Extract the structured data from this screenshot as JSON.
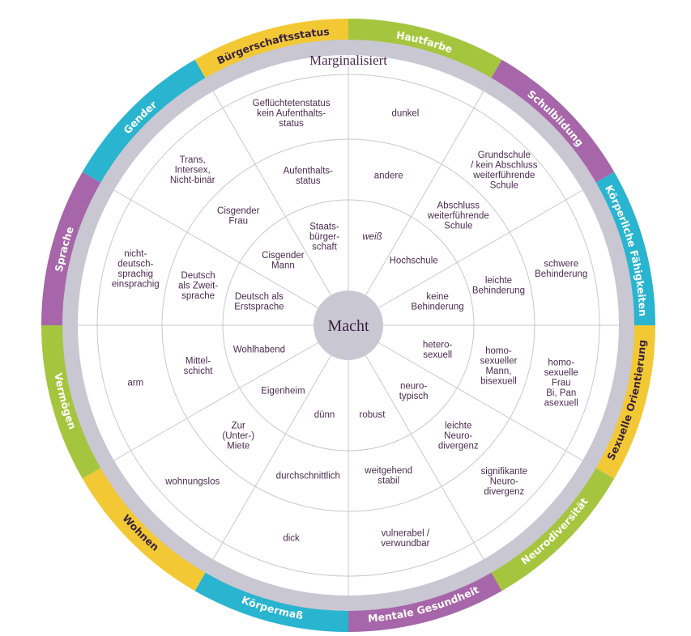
{
  "outer_label": "Marginalisiert",
  "center_label": "Macht",
  "colors": {
    "purple": "#a766a9",
    "teal": "#29b4cf",
    "lime": "#a6c53f",
    "yellow": "#f2c935",
    "gray_ring": "#c9c7d2",
    "center": "#c9c7d2",
    "lines": "#c9c7d2",
    "text": "#4a2a4f"
  },
  "categories": [
    "Hautfarbe",
    "Schulbildung",
    "Körperliche Fähigkeiten",
    "Sexuelle Orientierung",
    "Neurodiversität",
    "Mentale Gesundheit",
    "Körpermaß",
    "Wohnen",
    "Vermögen",
    "Sprache",
    "Gender",
    "Bürgerschaftsstatus"
  ],
  "cells": [
    {
      "id": "r3-hautfarbe",
      "lines": [
        "dunkel"
      ]
    },
    {
      "id": "r2-hautfarbe",
      "lines": [
        "andere"
      ]
    },
    {
      "id": "r1-hautfarbe",
      "lines": [
        "weiß"
      ],
      "italic": true
    },
    {
      "id": "r3-schulbildung",
      "lines": [
        "Grundschule",
        "/ kein Abschluss",
        "weiterführende",
        "Schule"
      ]
    },
    {
      "id": "r2-schulbildung",
      "lines": [
        "Abschluss",
        "weiterführende",
        "Schule"
      ]
    },
    {
      "id": "r1-schulbildung",
      "lines": [
        "Hochschule"
      ]
    },
    {
      "id": "r3-koerper",
      "lines": [
        "schwere",
        "Behinderung"
      ]
    },
    {
      "id": "r2-koerper",
      "lines": [
        "leichte",
        "Behinderung"
      ]
    },
    {
      "id": "r1-koerper",
      "lines": [
        "keine",
        "Behinderung"
      ]
    },
    {
      "id": "r3-sexuell",
      "lines": [
        "homo-",
        "sexuelle",
        "Frau",
        "Bi, Pan",
        "asexuell"
      ]
    },
    {
      "id": "r2-sexuell",
      "lines": [
        "homo-",
        "sexueller",
        "Mann,",
        "bisexuell"
      ]
    },
    {
      "id": "r1-sexuell",
      "lines": [
        "hetero-",
        "sexuell"
      ]
    },
    {
      "id": "r3-neuro",
      "lines": [
        "signifikante",
        "Neuro-",
        "divergenz"
      ]
    },
    {
      "id": "r2-neuro",
      "lines": [
        "leichte",
        "Neuro-",
        "divergenz"
      ]
    },
    {
      "id": "r1-neuro",
      "lines": [
        "neuro-",
        "typisch"
      ]
    },
    {
      "id": "r3-mental",
      "lines": [
        "vulnerabel /",
        "verwundbar"
      ]
    },
    {
      "id": "r2-mental",
      "lines": [
        "weitgehend",
        "stabil"
      ]
    },
    {
      "id": "r1-mental",
      "lines": [
        "robust"
      ]
    },
    {
      "id": "r3-koerpermass",
      "lines": [
        "dick"
      ]
    },
    {
      "id": "r2-koerpermass",
      "lines": [
        "durchschnittlich"
      ]
    },
    {
      "id": "r1-koerpermass",
      "lines": [
        "dünn"
      ]
    },
    {
      "id": "r3-wohnen",
      "lines": [
        "wohnungslos"
      ]
    },
    {
      "id": "r2-wohnen",
      "lines": [
        "Zur",
        "(Unter-)",
        "Miete"
      ]
    },
    {
      "id": "r1-wohnen",
      "lines": [
        "Eigenheim"
      ]
    },
    {
      "id": "r3-vermoegen",
      "lines": [
        "arm"
      ]
    },
    {
      "id": "r2-vermoegen",
      "lines": [
        "Mittel-",
        "schicht"
      ]
    },
    {
      "id": "r1-vermoegen",
      "lines": [
        "Wohlhabend"
      ]
    },
    {
      "id": "r3-sprache",
      "lines": [
        "nicht-",
        "deutsch-",
        "sprachig",
        "einsprachig"
      ]
    },
    {
      "id": "r2-sprache",
      "lines": [
        "Deutsch",
        "als Zweit-",
        "sprache"
      ]
    },
    {
      "id": "r1-sprache",
      "lines": [
        "Deutsch als",
        "Erstsprache"
      ]
    },
    {
      "id": "r3-gender",
      "lines": [
        "Trans,",
        "Intersex,",
        "Nicht-binär"
      ]
    },
    {
      "id": "r2-gender",
      "lines": [
        "Cisgender",
        "Frau"
      ]
    },
    {
      "id": "r1-gender",
      "lines": [
        "Cisgender",
        "Mann"
      ]
    },
    {
      "id": "r3-buerger",
      "lines": [
        "Geflüchtetenstatus",
        "kein Aufenthalts-",
        "status"
      ]
    },
    {
      "id": "r2-buerger",
      "lines": [
        "Aufenthalts-",
        "status"
      ]
    },
    {
      "id": "r1-buerger",
      "lines": [
        "Staats-",
        "bürger-",
        "schaft"
      ]
    }
  ]
}
